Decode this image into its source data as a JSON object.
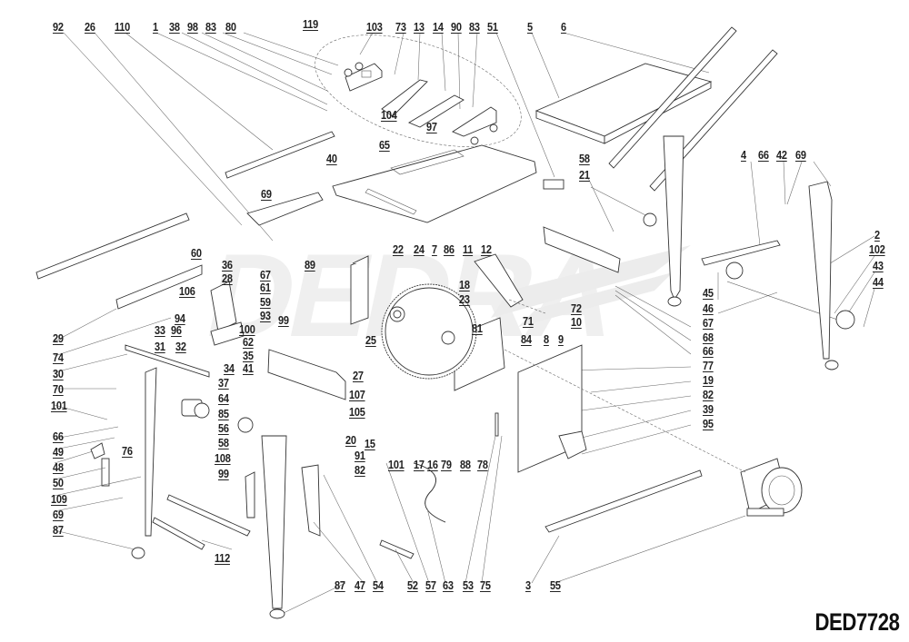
{
  "diagram": {
    "type": "exploded-parts-diagram",
    "model_number": "DED7728",
    "watermark": "DEDRA",
    "callouts": [
      "92",
      "26",
      "110",
      "1",
      "38",
      "98",
      "83",
      "80",
      "119",
      "103",
      "73",
      "13",
      "14",
      "90",
      "83",
      "51",
      "5",
      "6",
      "104",
      "97",
      "65",
      "40",
      "58",
      "21",
      "4",
      "66",
      "42",
      "69",
      "2",
      "102",
      "43",
      "44",
      "45",
      "46",
      "67",
      "68",
      "66",
      "77",
      "19",
      "82",
      "39",
      "95",
      "69",
      "60",
      "36",
      "28",
      "106",
      "67",
      "61",
      "59",
      "93",
      "89",
      "99",
      "94",
      "100",
      "62",
      "33",
      "96",
      "35",
      "31",
      "32",
      "34",
      "41",
      "29",
      "74",
      "30",
      "70",
      "37",
      "64",
      "85",
      "56",
      "58",
      "108",
      "99",
      "101",
      "66",
      "49",
      "76",
      "48",
      "50",
      "109",
      "69",
      "87",
      "112",
      "22",
      "24",
      "7",
      "86",
      "11",
      "12",
      "18",
      "23",
      "81",
      "71",
      "72",
      "10",
      "84",
      "8",
      "9",
      "25",
      "27",
      "107",
      "105",
      "20",
      "91",
      "82",
      "15",
      "101",
      "17",
      "16",
      "79",
      "88",
      "78",
      "87",
      "47",
      "54",
      "52",
      "57",
      "63",
      "53",
      "75",
      "3",
      "55"
    ]
  }
}
